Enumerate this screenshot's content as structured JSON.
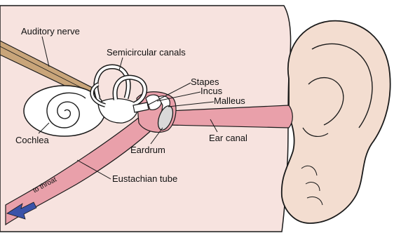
{
  "labels": {
    "auditory_nerve": "Auditory nerve",
    "semicircular_canals": "Semicircular canals",
    "stapes": "Stapes",
    "incus": "Incus",
    "malleus": "Malleus",
    "cochlea": "Cochlea",
    "eardrum": "Eardrum",
    "ear_canal": "Ear canal",
    "eustachian_tube": "Eustachian tube",
    "to_throat": "to throat"
  },
  "colors": {
    "head_tissue": "#f7e3df",
    "outer_ear": "#f3ddd0",
    "canal_tube": "#e9a0aa",
    "nerve": "#c9a57a",
    "arrow": "#3a52a8",
    "line": "#1a1a1a"
  }
}
